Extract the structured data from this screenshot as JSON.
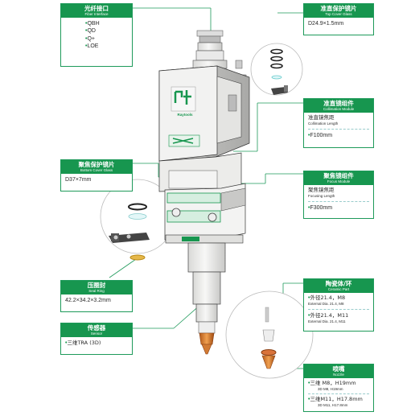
{
  "fiber_interface": {
    "title_zh": "光纤接口",
    "title_en": "Fiber Interface",
    "items": [
      "QBH",
      "QD",
      "Q+",
      "LOE"
    ]
  },
  "top_cover_glass": {
    "title_zh": "准直保护镜片",
    "title_en": "Top Cover Glass",
    "spec": "D24.9×1.5mm"
  },
  "collimation_module": {
    "title_zh": "准直镜组件",
    "title_en": "Collimation Module",
    "sub_zh": "准直镜焦距",
    "sub_en": "Collimation Length",
    "value": "F100mm"
  },
  "bottom_cover_glass": {
    "title_zh": "聚焦保护镜片",
    "title_en": "Bottom Cover Glass",
    "spec": "D37×7mm"
  },
  "focus_module": {
    "title_zh": "聚焦镜组件",
    "title_en": "Focus Module",
    "sub_zh": "聚焦镜焦距",
    "sub_en": "Focusing Length",
    "value": "F300mm"
  },
  "seal_ring": {
    "title_zh": "压圈封",
    "title_en": "Seal Ring",
    "spec": "42.2×34.2×3.2mm"
  },
  "ceramic_part": {
    "title_zh": "陶瓷体/环",
    "title_en": "Ceramic Part",
    "items": [
      {
        "main": "外径21.4，M8",
        "sub": "External Dia. 21.4, M8"
      },
      {
        "main": "外径21.4，M11",
        "sub": "External Dia. 21.4, M11"
      }
    ]
  },
  "sensor": {
    "title_zh": "传感器",
    "title_en": "Sensor",
    "value": "三维TRA (3D)"
  },
  "nozzle": {
    "title_zh": "喷嘴",
    "title_en": "Nozzle",
    "items": [
      {
        "main": "三维 M8，H19mm",
        "sub": "3D M8, H19mm"
      },
      {
        "main": "三维M11，H17.8mm",
        "sub": "3D M11, H17.8mm"
      }
    ]
  },
  "logo_text": "Raytools",
  "colors": {
    "accent": "#17964f",
    "body": "#f0f0ef",
    "edge": "#333333"
  }
}
